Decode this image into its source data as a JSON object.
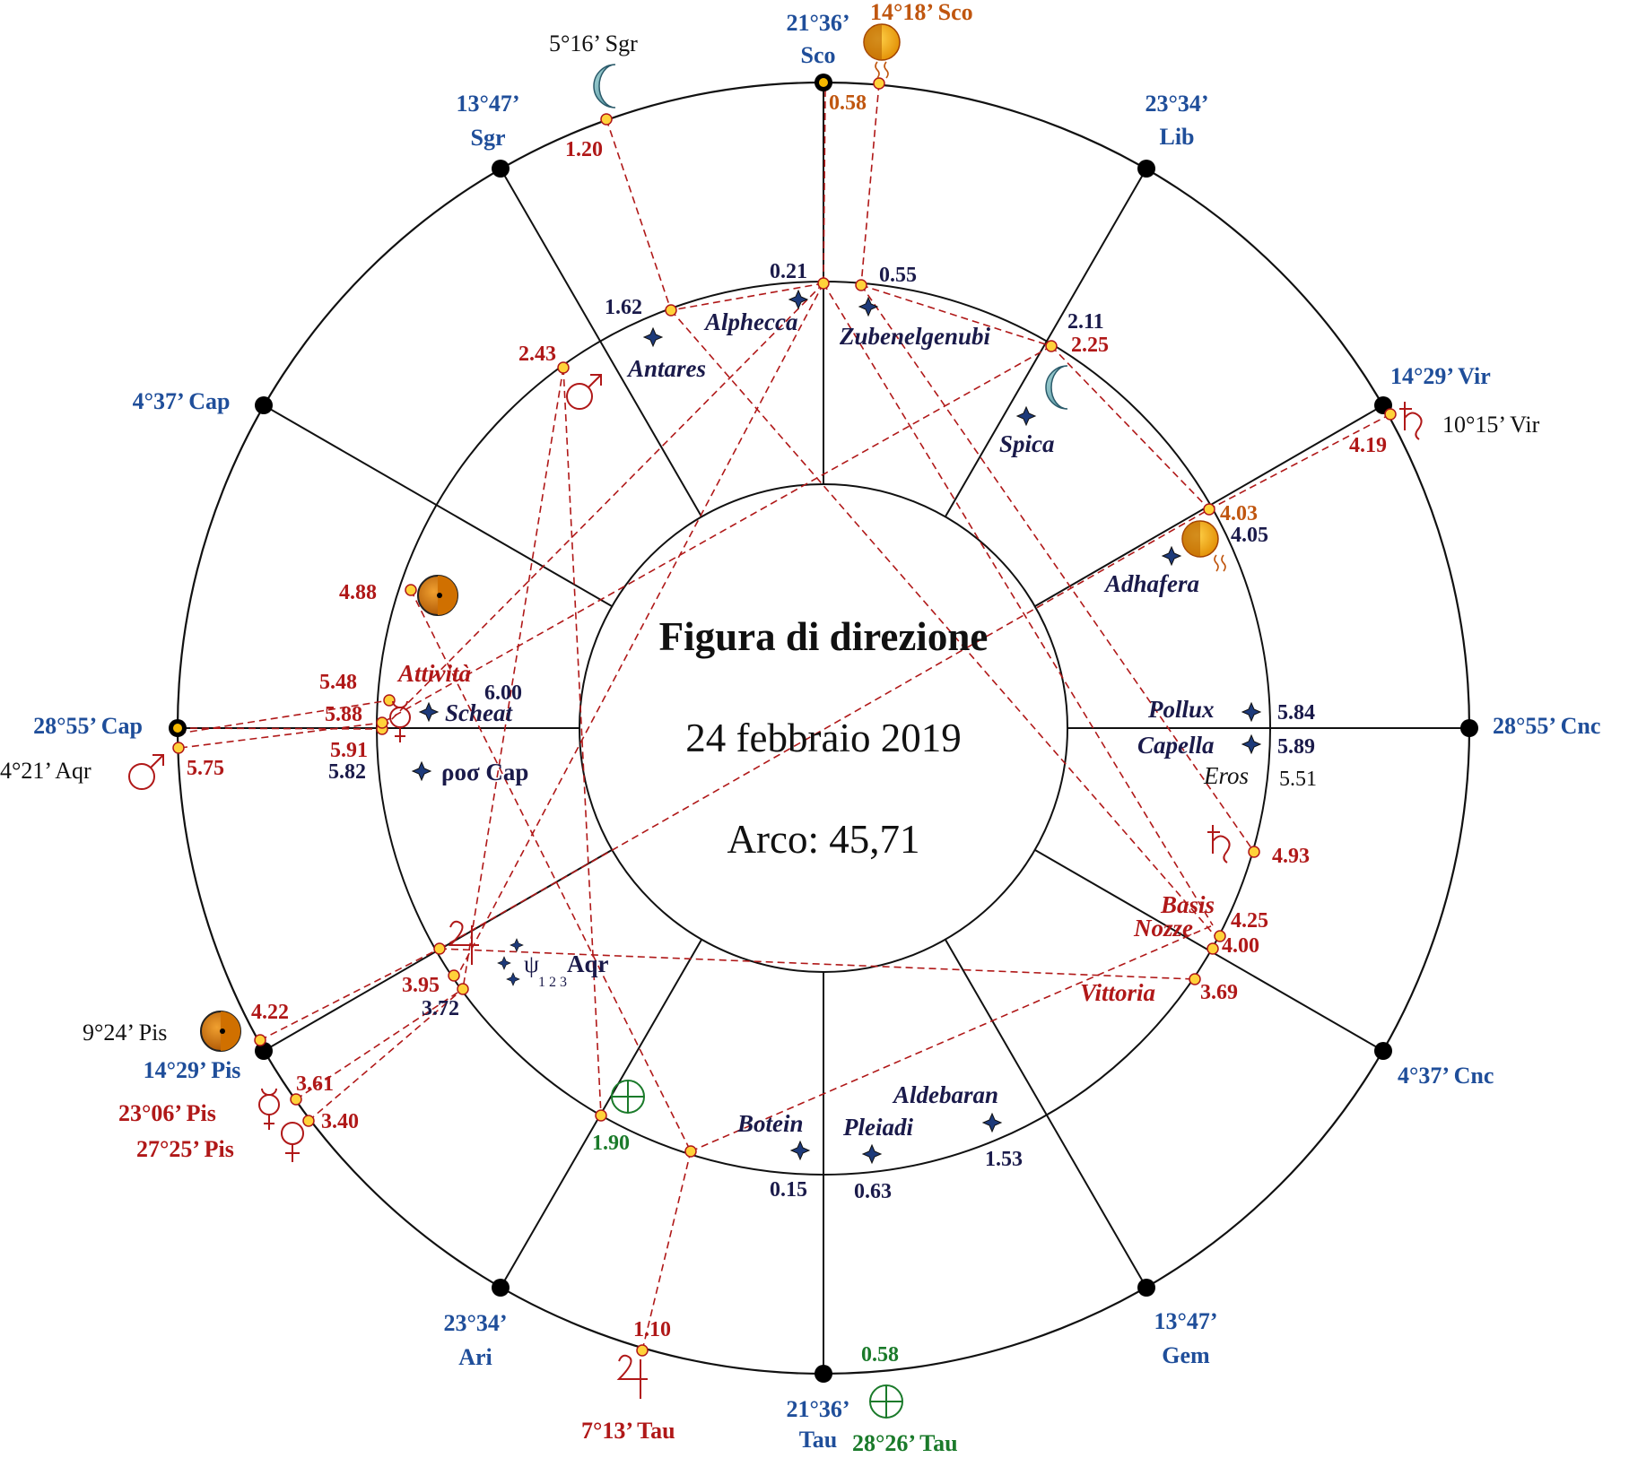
{
  "title": "Figura di direzione",
  "date": "24 febbraio 2019",
  "arc": "Arco: 45,71",
  "colors": {
    "blue": "#1f4e9a",
    "red": "#b01818",
    "orange": "#c0560f",
    "navy": "#1a1a4a",
    "green": "#1a7a2a",
    "black": "#111111"
  },
  "house_cusps": [
    {
      "id": "mc",
      "lines": [
        "21°36’",
        "Sco"
      ]
    },
    {
      "id": "sgr",
      "lines": [
        "13°47’",
        "Sgr"
      ]
    },
    {
      "id": "lib",
      "lines": [
        "23°34’",
        "Lib"
      ]
    },
    {
      "id": "cap",
      "lines": [
        "4°37’ Cap"
      ]
    },
    {
      "id": "vir",
      "lines": [
        "14°29’ Vir"
      ]
    },
    {
      "id": "asc",
      "lines": [
        "28°55’ Cap"
      ]
    },
    {
      "id": "dsc",
      "lines": [
        "28°55’ Cnc"
      ]
    },
    {
      "id": "pis",
      "lines": [
        "14°29’ Pis"
      ]
    },
    {
      "id": "cnc",
      "lines": [
        "4°37’ Cnc"
      ]
    },
    {
      "id": "ari",
      "lines": [
        "23°34’",
        "Ari"
      ]
    },
    {
      "id": "gem",
      "lines": [
        "13°47’",
        "Gem"
      ]
    },
    {
      "id": "ic",
      "lines": [
        "21°36’",
        "Tau"
      ]
    }
  ],
  "planet_positions": {
    "sun_sco": "14°18’ Sco",
    "moon_sgr": "5°16’ Sgr",
    "saturn_vir": "10°15’  Vir",
    "mars_aqr": "4°21’ Aqr",
    "sun_pis": "9°24’ Pis",
    "mercury_pis": "23°06’ Pis",
    "venus_pis": "27°25’ Pis",
    "jupiter_tau": "7°13’  Tau",
    "fortune_tau": "28°26’ Tau"
  },
  "stars": [
    "Alphecca",
    "Zubenelgenubi",
    "Antares",
    "Spica",
    "Adhafera",
    "Scheat",
    "ρoσ Cap",
    "ψ",
    "Aqr",
    "Pollux",
    "Capella",
    "Botein",
    "Pleiadi",
    "Aldebaran"
  ],
  "star_subscripts": "1 2 3",
  "points": [
    "Attività",
    "Eros",
    "Basis",
    "Nozze",
    "Vittoria"
  ],
  "arc_values": {
    "outer": [
      "0.58",
      "1.20",
      "4.19",
      "5.75",
      "4.22",
      "3.61",
      "3.40",
      "1.10",
      "0.58"
    ],
    "inner_red": [
      "2.43",
      "4.88",
      "5.48",
      "5.88",
      "5.91",
      "3.95",
      "2.25",
      "4.93",
      "4.25",
      "4.00",
      "3.69"
    ],
    "inner_orange": [
      "4.03"
    ],
    "inner_navy": [
      "0.21",
      "0.55",
      "1.62",
      "2.11",
      "4.05",
      "6.00",
      "5.82",
      "3.72",
      "5.84",
      "5.89",
      "0.15",
      "0.63",
      "1.53"
    ],
    "inner_plain": [
      "5.51"
    ],
    "inner_green": [
      "1.90"
    ]
  }
}
